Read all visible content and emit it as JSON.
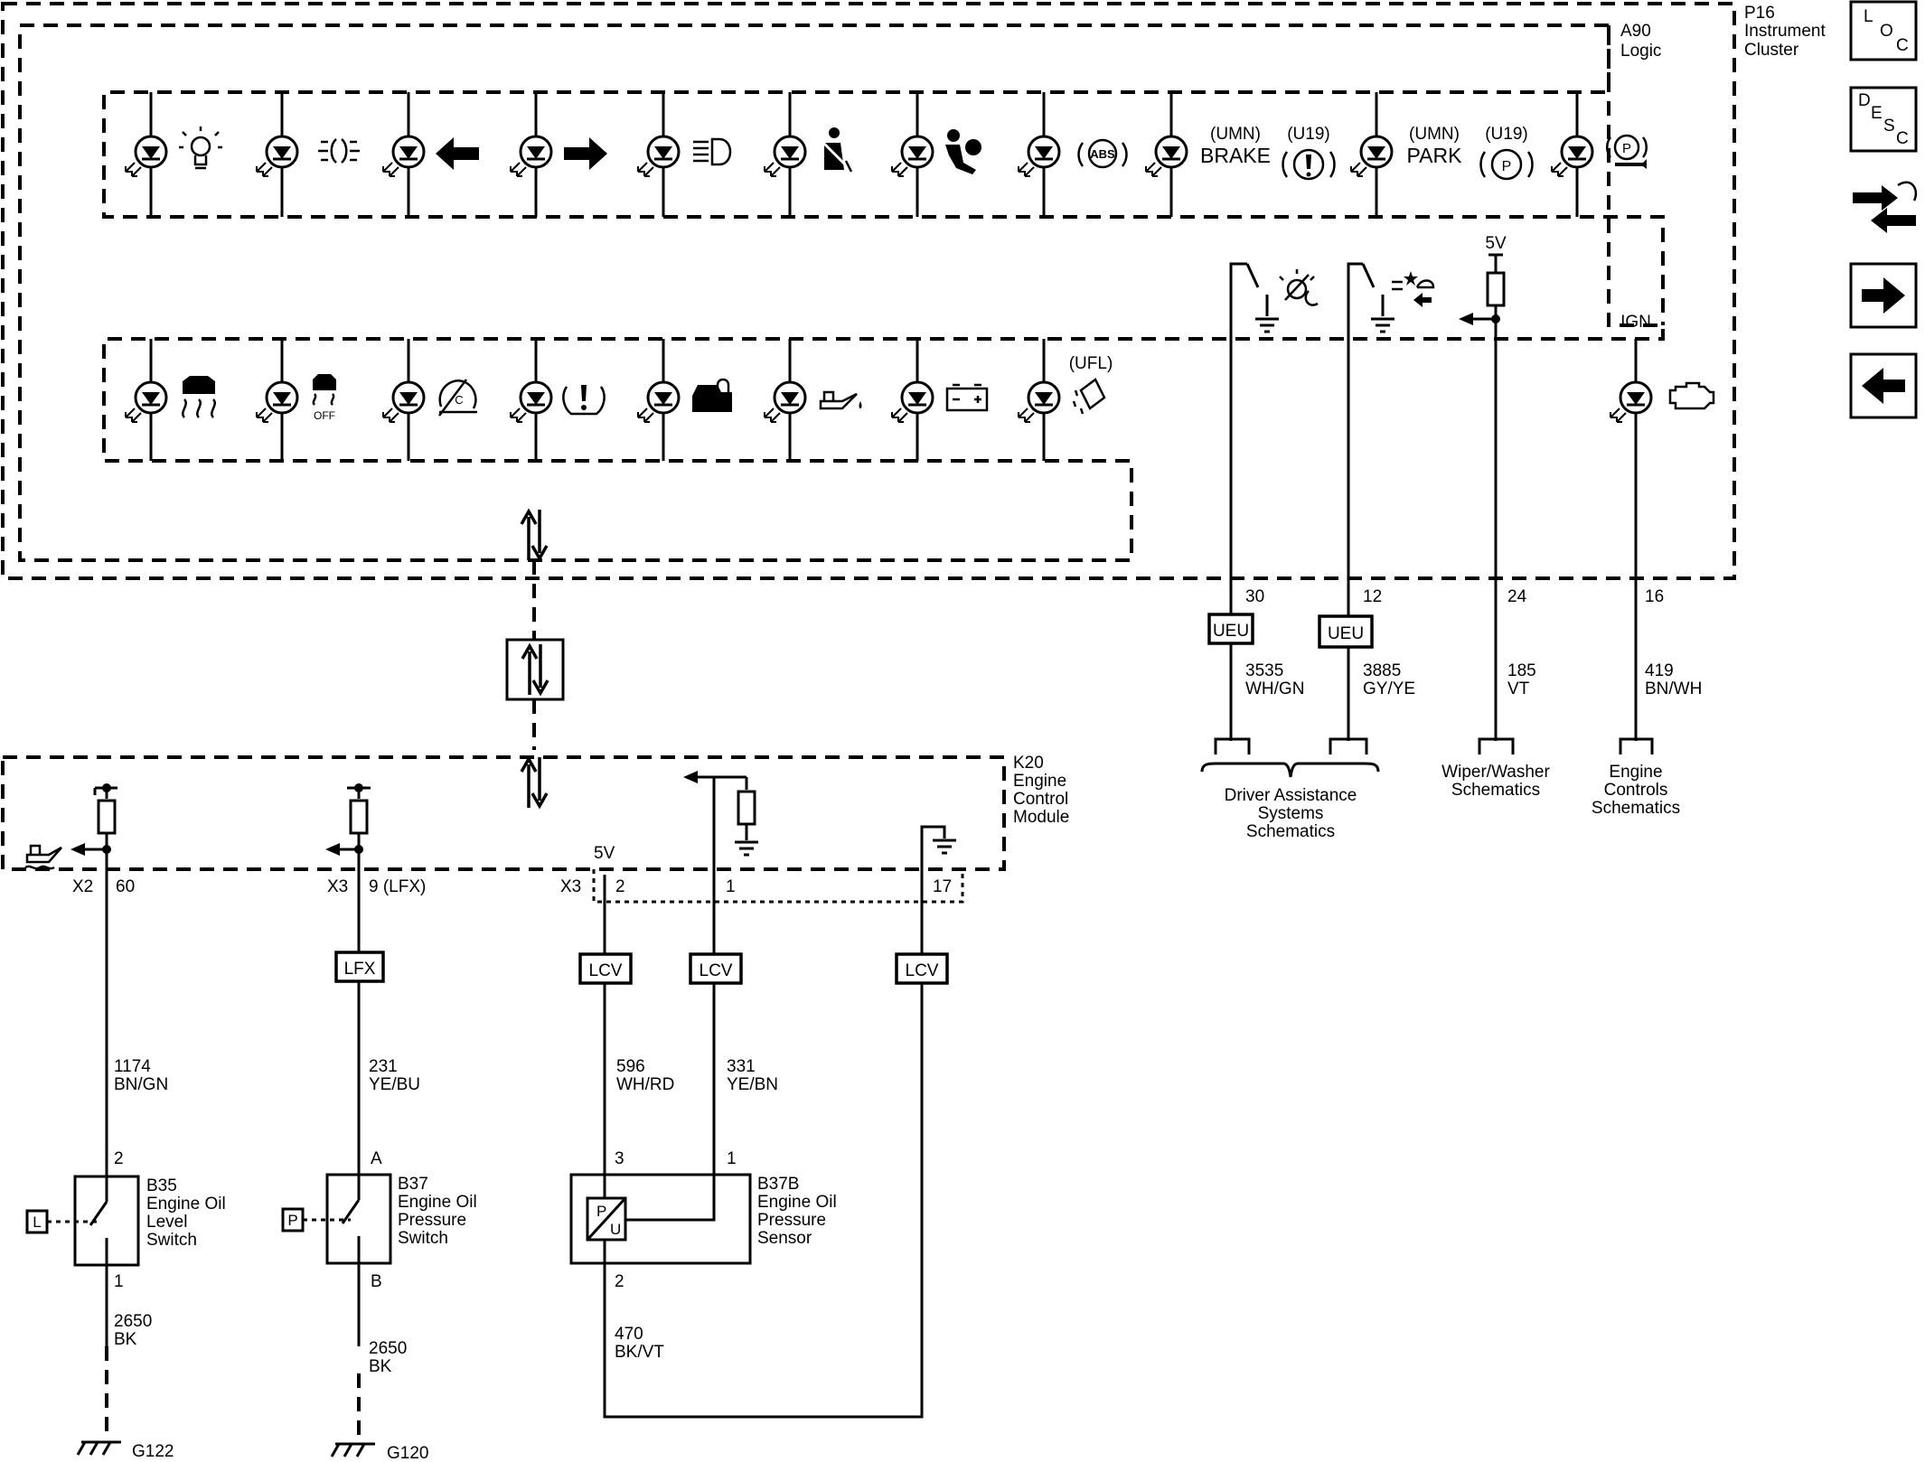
{
  "modules": {
    "cluster": {
      "id": "P16",
      "name_lines": [
        "Instrument",
        "Cluster"
      ]
    },
    "logic": {
      "id": "A90",
      "name": "Logic"
    },
    "ecm": {
      "id": "K20",
      "name_lines": [
        "Engine",
        "Control",
        "Module"
      ]
    }
  },
  "nav_icons": [
    {
      "name": "loc-icon",
      "letters": [
        "L",
        "O",
        "C"
      ]
    },
    {
      "name": "desc-icon",
      "letters": [
        "D",
        "E",
        "S",
        "C"
      ]
    },
    {
      "name": "connector-views-icon"
    },
    {
      "name": "next-page-icon"
    },
    {
      "name": "previous-page-icon"
    }
  ],
  "indicators_row1": [
    {
      "icon": "bulb-icon"
    },
    {
      "icon": "park-lamps-icon"
    },
    {
      "icon": "turn-left-icon"
    },
    {
      "icon": "turn-right-icon"
    },
    {
      "icon": "high-beam-icon"
    },
    {
      "icon": "seat-belt-icon"
    },
    {
      "icon": "airbag-icon"
    },
    {
      "icon": "abs-icon",
      "text": "ABS"
    },
    {
      "icon": "brake-icon",
      "option_a": "(UMN)",
      "label_a": "BRAKE",
      "option_b": "(U19)"
    },
    {
      "icon": "park-brake-icon",
      "option_a": "(UMN)",
      "label_a": "PARK",
      "option_b": "(U19)",
      "symbol": "P"
    },
    {
      "icon": "electric-park-brake-service-icon",
      "symbol": "P"
    }
  ],
  "indicators_row2": [
    {
      "icon": "traction-control-icon"
    },
    {
      "icon": "traction-control-off-icon",
      "text": "OFF"
    },
    {
      "icon": "cruise-control-icon"
    },
    {
      "icon": "tire-pressure-icon"
    },
    {
      "icon": "security-icon"
    },
    {
      "icon": "oil-pressure-icon"
    },
    {
      "icon": "battery-icon"
    },
    {
      "icon": "ufl-icon",
      "option": "(UFL)"
    }
  ],
  "right_side": {
    "five_v": "5V",
    "ign": "IGN",
    "circuits": [
      {
        "pin": "30",
        "option": "UEU",
        "number": "3535",
        "color": "WH/GN"
      },
      {
        "pin": "12",
        "option": "UEU",
        "number": "3885",
        "color": "GY/YE"
      },
      {
        "pin": "24",
        "number": "185",
        "color": "VT"
      },
      {
        "pin": "16",
        "number": "419",
        "color": "BN/WH"
      }
    ],
    "refs": [
      {
        "lines": [
          "Driver Assistance",
          "Systems",
          "Schematics"
        ]
      },
      {
        "lines": [
          "Wiper/Washer",
          "Schematics"
        ]
      },
      {
        "lines": [
          "Engine",
          "Controls",
          "Schematics"
        ]
      }
    ]
  },
  "ecm_side": {
    "five_v": "5V",
    "pins": [
      {
        "connector": "X2",
        "pin": "60"
      },
      {
        "connector": "X3",
        "pin": "9 (LFX)"
      },
      {
        "connector": "X3",
        "pin": "2"
      },
      {
        "pin": "1"
      },
      {
        "pin": "17"
      }
    ],
    "options": [
      "LFX",
      "LCV",
      "LCV",
      "LCV"
    ],
    "wires": [
      {
        "number": "1174",
        "color": "BN/GN"
      },
      {
        "number": "231",
        "color": "YE/BU"
      },
      {
        "number": "596",
        "color": "WH/RD"
      },
      {
        "number": "331",
        "color": "YE/BN"
      },
      {
        "number": "2650",
        "color": "BK"
      },
      {
        "number": "2650",
        "color": "BK"
      },
      {
        "number": "470",
        "color": "BK/VT"
      }
    ]
  },
  "components": {
    "b35": {
      "id": "B35",
      "lines": [
        "Engine Oil",
        "Level",
        "Switch"
      ],
      "pin_top": "2",
      "pin_bottom": "1",
      "tag": "L"
    },
    "b37": {
      "id": "B37",
      "lines": [
        "Engine Oil",
        "Pressure",
        "Switch"
      ],
      "pin_top": "A",
      "pin_bottom": "B",
      "tag": "P"
    },
    "b37b": {
      "id": "B37B",
      "lines": [
        "Engine Oil",
        "Pressure",
        "Sensor"
      ],
      "pin_top_left": "3",
      "pin_top_right": "1",
      "pin_bottom": "2",
      "p": "P",
      "u": "U"
    }
  },
  "grounds": [
    {
      "id": "G122"
    },
    {
      "id": "G120"
    }
  ]
}
